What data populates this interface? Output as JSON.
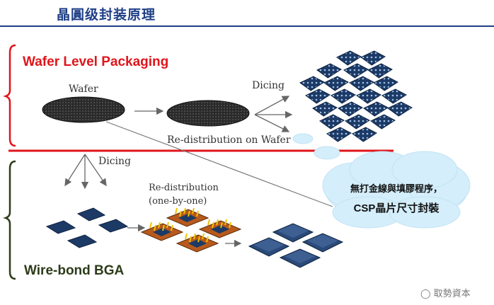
{
  "header": {
    "title": "晶圓级封装原理"
  },
  "sections": {
    "wlp_title": "Wafer Level Packaging",
    "bga_title": "Wire-bond BGA"
  },
  "labels": {
    "wafer": "Wafer",
    "dicing_top": "Dicing",
    "redistribution_wafer": "Re-distribution on Wafer",
    "dicing_bottom": "Dicing",
    "redistribution_line1": "Re-distribution",
    "redistribution_line2": "(one-by-one)"
  },
  "callout": {
    "line1": "無打金線與填膠程序，",
    "line2": "CSP晶片尺寸封裝"
  },
  "watermark": {
    "text": "取勢資本"
  },
  "colors": {
    "title_blue": "#1f3f86",
    "wlp_red": "#e0151b",
    "bga_green": "#2d3c1a",
    "chip_blue": "#1d3a66",
    "cloud": "#d4eefb"
  }
}
